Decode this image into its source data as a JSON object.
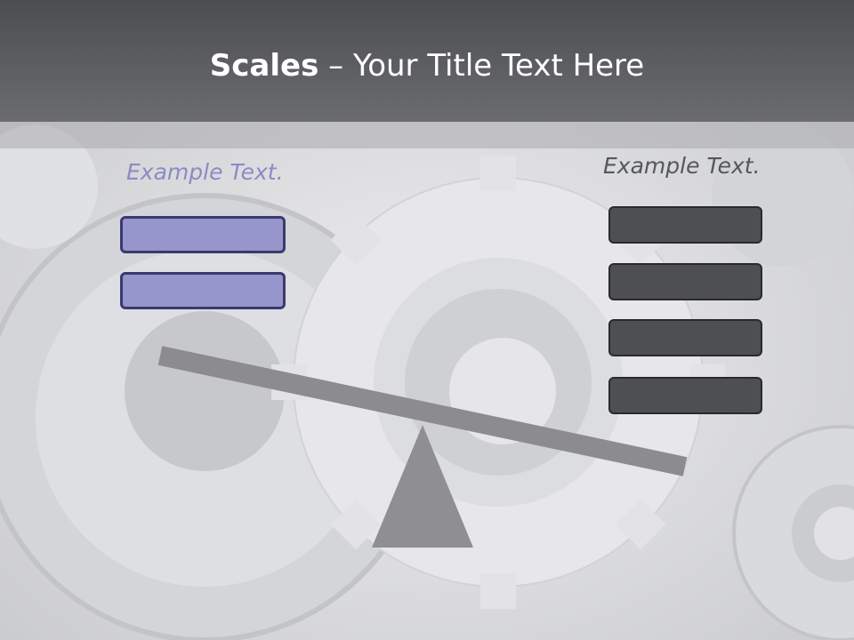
{
  "title": {
    "bold": "Scales",
    "rest": " – Your Title Text Here"
  },
  "left": {
    "label": "Example Text.",
    "boxes": 2
  },
  "right": {
    "label": "Example Text.",
    "boxes": 4
  },
  "colors": {
    "title_bar": "#58595d",
    "left_box_fill": "#9696cc",
    "left_box_border": "#3b3a6e",
    "left_label": "#8b8bc4",
    "right_box_fill": "#4e4f53",
    "right_box_border": "#2a2a2e",
    "right_label": "#56575b",
    "beam": "#8c8c8e",
    "fulcrum": "#8f8f91"
  },
  "background": "gears-image"
}
